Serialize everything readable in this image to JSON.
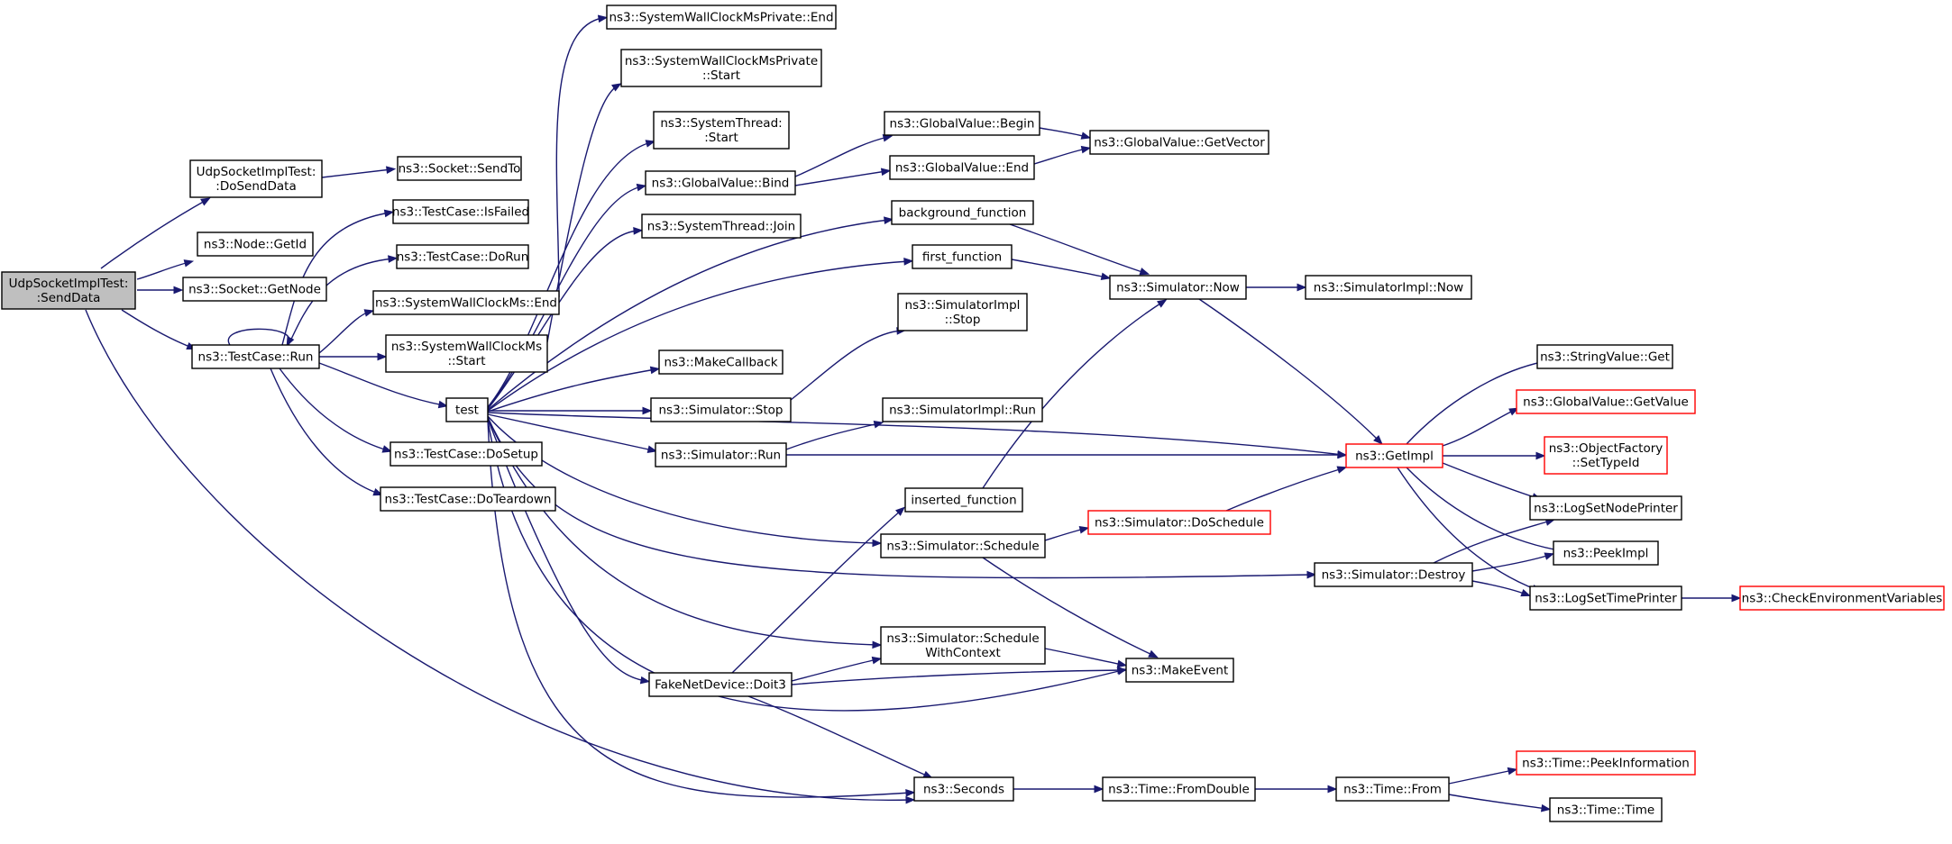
{
  "colors": {
    "edge": "#191970",
    "root_fill": "#bfbfbf",
    "red_border": "#ff0000",
    "border": "#000000"
  },
  "nodes": [
    {
      "id": "sd",
      "lines": [
        "UdpSocketImplTest:",
        ":SendData"
      ],
      "root": true
    },
    {
      "id": "dsd",
      "lines": [
        "UdpSocketImplTest:",
        ":DoSendData"
      ]
    },
    {
      "id": "ssto",
      "lines": [
        "ns3::Socket::SendTo"
      ]
    },
    {
      "id": "ngid",
      "lines": [
        "ns3::Node::GetId"
      ]
    },
    {
      "id": "sgn",
      "lines": [
        "ns3::Socket::GetNode"
      ]
    },
    {
      "id": "tcr",
      "lines": [
        "ns3::TestCase::Run"
      ]
    },
    {
      "id": "tcf",
      "lines": [
        "ns3::TestCase::IsFailed"
      ]
    },
    {
      "id": "tcdr",
      "lines": [
        "ns3::TestCase::DoRun"
      ]
    },
    {
      "id": "swe",
      "lines": [
        "ns3::SystemWallClockMs::End"
      ]
    },
    {
      "id": "sws",
      "lines": [
        "ns3::SystemWallClockMs",
        "::Start"
      ]
    },
    {
      "id": "test",
      "lines": [
        "test"
      ]
    },
    {
      "id": "tcds",
      "lines": [
        "ns3::TestCase::DoSetup"
      ]
    },
    {
      "id": "tcdt",
      "lines": [
        "ns3::TestCase::DoTeardown"
      ]
    },
    {
      "id": "swpe",
      "lines": [
        "ns3::SystemWallClockMsPrivate::End"
      ]
    },
    {
      "id": "swps",
      "lines": [
        "ns3::SystemWallClockMsPrivate",
        "::Start"
      ]
    },
    {
      "id": "sts",
      "lines": [
        "ns3::SystemThread:",
        ":Start"
      ]
    },
    {
      "id": "gvb",
      "lines": [
        "ns3::GlobalValue::Bind"
      ]
    },
    {
      "id": "stj",
      "lines": [
        "ns3::SystemThread::Join"
      ]
    },
    {
      "id": "mcb",
      "lines": [
        "ns3::MakeCallback"
      ]
    },
    {
      "id": "sst",
      "lines": [
        "ns3::Simulator::Stop"
      ]
    },
    {
      "id": "srun",
      "lines": [
        "ns3::Simulator::Run"
      ]
    },
    {
      "id": "gvbg",
      "lines": [
        "ns3::GlobalValue::Begin"
      ]
    },
    {
      "id": "gve",
      "lines": [
        "ns3::GlobalValue::End"
      ]
    },
    {
      "id": "gvgv",
      "lines": [
        "ns3::GlobalValue::GetVector"
      ]
    },
    {
      "id": "bgf",
      "lines": [
        "background_function"
      ]
    },
    {
      "id": "ff",
      "lines": [
        "first_function"
      ]
    },
    {
      "id": "snow",
      "lines": [
        "ns3::Simulator::Now"
      ]
    },
    {
      "id": "sinow",
      "lines": [
        "ns3::SimulatorImpl::Now"
      ]
    },
    {
      "id": "sistop",
      "lines": [
        "ns3::SimulatorImpl",
        "::Stop"
      ]
    },
    {
      "id": "sirun",
      "lines": [
        "ns3::SimulatorImpl::Run"
      ]
    },
    {
      "id": "inf",
      "lines": [
        "inserted_function"
      ]
    },
    {
      "id": "ssch",
      "lines": [
        "ns3::Simulator::Schedule"
      ]
    },
    {
      "id": "sdsch",
      "lines": [
        "ns3::Simulator::DoSchedule"
      ],
      "red": true
    },
    {
      "id": "sswc",
      "lines": [
        "ns3::Simulator::Schedule",
        "WithContext"
      ]
    },
    {
      "id": "fnd",
      "lines": [
        "FakeNetDevice::Doit3"
      ]
    },
    {
      "id": "mev",
      "lines": [
        "ns3::MakeEvent"
      ]
    },
    {
      "id": "sec",
      "lines": [
        "ns3::Seconds"
      ]
    },
    {
      "id": "tfd",
      "lines": [
        "ns3::Time::FromDouble"
      ]
    },
    {
      "id": "tfr",
      "lines": [
        "ns3::Time::From"
      ]
    },
    {
      "id": "gimpl",
      "lines": [
        "ns3::GetImpl"
      ],
      "red": true
    },
    {
      "id": "sdes",
      "lines": [
        "ns3::Simulator::Destroy"
      ]
    },
    {
      "id": "svg",
      "lines": [
        "ns3::StringValue::Get"
      ]
    },
    {
      "id": "gvgval",
      "lines": [
        "ns3::GlobalValue::GetValue"
      ],
      "red": true
    },
    {
      "id": "ofst",
      "lines": [
        "ns3::ObjectFactory",
        "::SetTypeId"
      ],
      "red": true
    },
    {
      "id": "lsnp",
      "lines": [
        "ns3::LogSetNodePrinter"
      ]
    },
    {
      "id": "pimpl",
      "lines": [
        "ns3::PeekImpl"
      ]
    },
    {
      "id": "lstp",
      "lines": [
        "ns3::LogSetTimePrinter"
      ]
    },
    {
      "id": "cenv",
      "lines": [
        "ns3::CheckEnvironmentVariables"
      ],
      "red": true
    },
    {
      "id": "tpi",
      "lines": [
        "ns3::Time::PeekInformation"
      ],
      "red": true
    },
    {
      "id": "ttime",
      "lines": [
        "ns3::Time::Time"
      ]
    }
  ]
}
